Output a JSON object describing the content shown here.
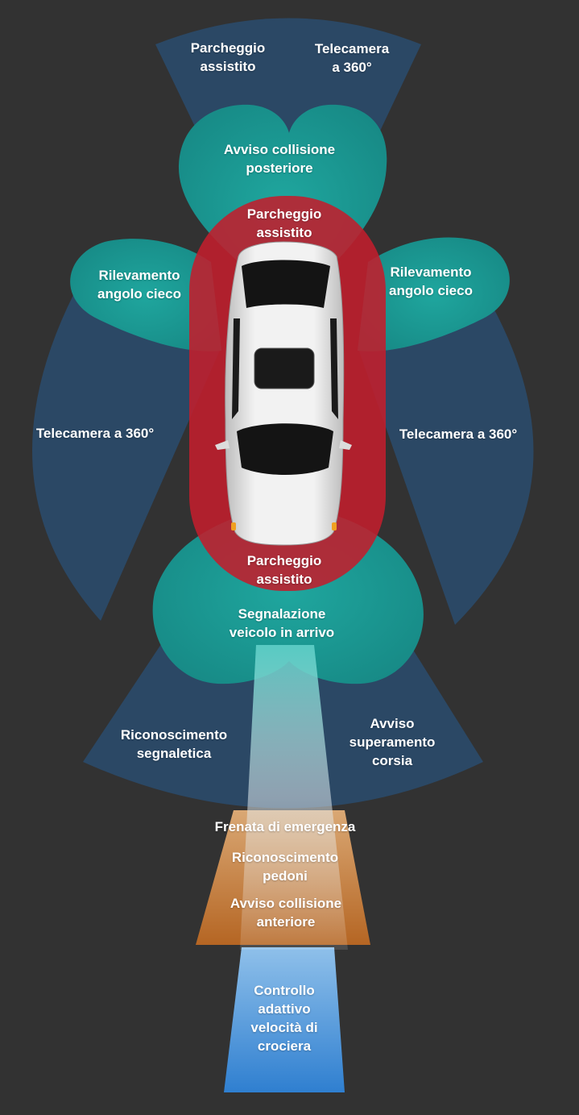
{
  "colors": {
    "background": "#323232",
    "camera_zone": "#2a4a6a",
    "blind_spot_zone": "#1a9a93",
    "parking_zone": "#c21e2c",
    "emergency_zone": "#c87a30",
    "cruise_zone": "#3d8fd8",
    "car_body": "#e8e8e8",
    "glass": "#141414"
  },
  "labels": {
    "rear_parking_assist": "Parcheggio\nassistito",
    "rear_camera_360": "Telecamera\na 360°",
    "rear_collision_warning": "Avviso collisione\nposteriore",
    "rear_parking_inner": "Parcheggio\nassistito",
    "blind_spot_left": "Rilevamento\nangolo cieco",
    "blind_spot_right": "Rilevamento\nangolo cieco",
    "camera_360_left": "Telecamera a 360°",
    "camera_360_right": "Telecamera a 360°",
    "front_parking_inner": "Parcheggio\nassistito",
    "oncoming_vehicle_alert": "Segnalazione\nveicolo in arrivo",
    "sign_recognition": "Riconoscimento\nsegnaletica",
    "lane_departure_warning": "Avviso\nsuperamento\ncorsia",
    "emergency_braking": "Frenata di emergenza",
    "pedestrian_recognition": "Riconoscimento\npedoni",
    "front_collision_warning": "Avviso collisione\nanteriore",
    "adaptive_cruise_control": "Controllo\nadattivo\nvelocità di\ncrociera"
  }
}
